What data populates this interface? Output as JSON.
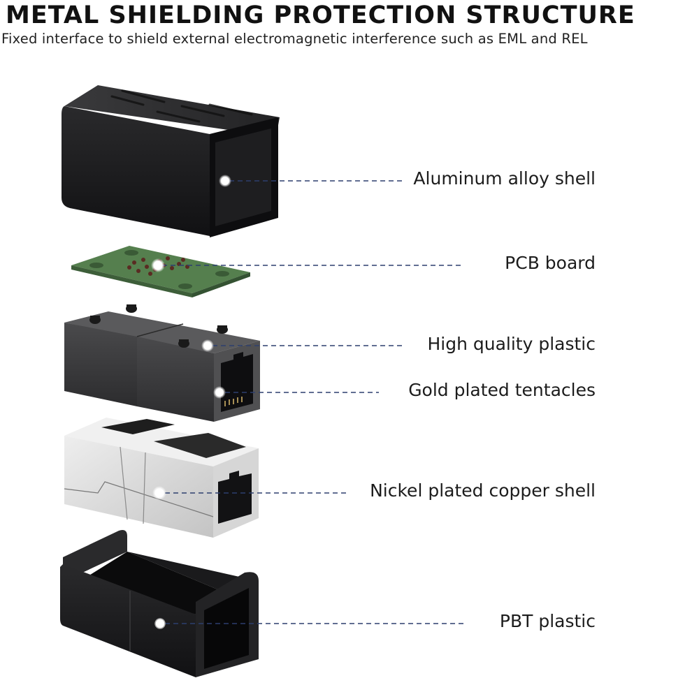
{
  "header": {
    "title": "METAL SHIELDING PROTECTION STRUCTURE",
    "subtitle": "Fixed interface to shield external electromagnetic interference such as EML and REL"
  },
  "components": [
    {
      "id": "aluminum-alloy-shell",
      "label": "Aluminum alloy shell"
    },
    {
      "id": "pcb-board",
      "label": "PCB board"
    },
    {
      "id": "high-quality-plastic",
      "label": "High quality plastic"
    },
    {
      "id": "gold-plated-tentacles",
      "label": "Gold plated tentacles"
    },
    {
      "id": "nickel-plated-copper-shell",
      "label": "Nickel plated copper shell"
    },
    {
      "id": "pbt-plastic",
      "label": "PBT plastic"
    }
  ],
  "colors": {
    "leader_line": "#2d3f6e",
    "black_part": "#1c1c1e",
    "pcb_green": "#4f7a4a",
    "silver": "#d9d9d9"
  }
}
